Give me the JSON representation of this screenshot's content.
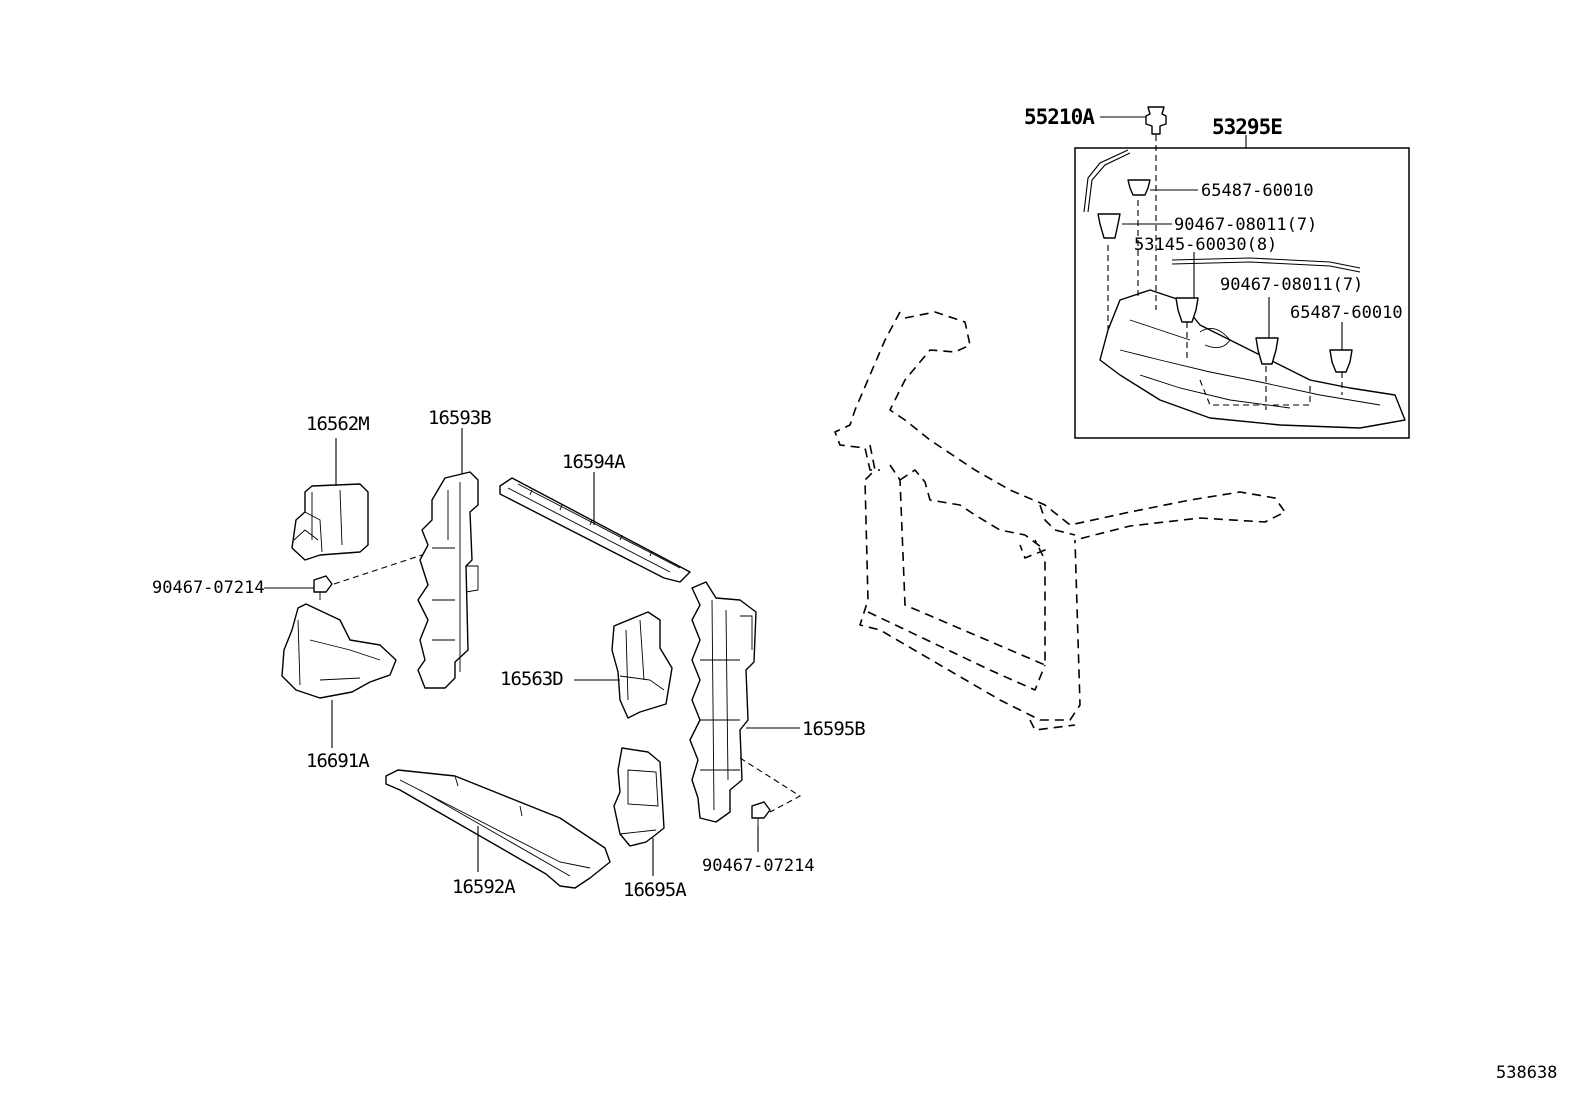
{
  "callouts": {
    "p16562M": "16562M",
    "p16593B": "16593B",
    "p16594A": "16594A",
    "p90467_07214_left": "90467-07214",
    "p16563D": "16563D",
    "p16595B": "16595B",
    "p16691A": "16691A",
    "p16592A": "16592A",
    "p16695A": "16695A",
    "p90467_07214_right": "90467-07214",
    "p55210A": "55210A",
    "p53295E": "53295E",
    "p65487_60010_a": "65487-60010",
    "p90467_08011_a": "90467-08011(7)",
    "p53145_60030": "53145-60030(8)",
    "p90467_08011_b": "90467-08011(7)",
    "p65487_60010_b": "65487-60010"
  },
  "reference_number": "538638",
  "icons": {
    "clip": "push-clip-icon",
    "bolt": "bolt-icon"
  }
}
